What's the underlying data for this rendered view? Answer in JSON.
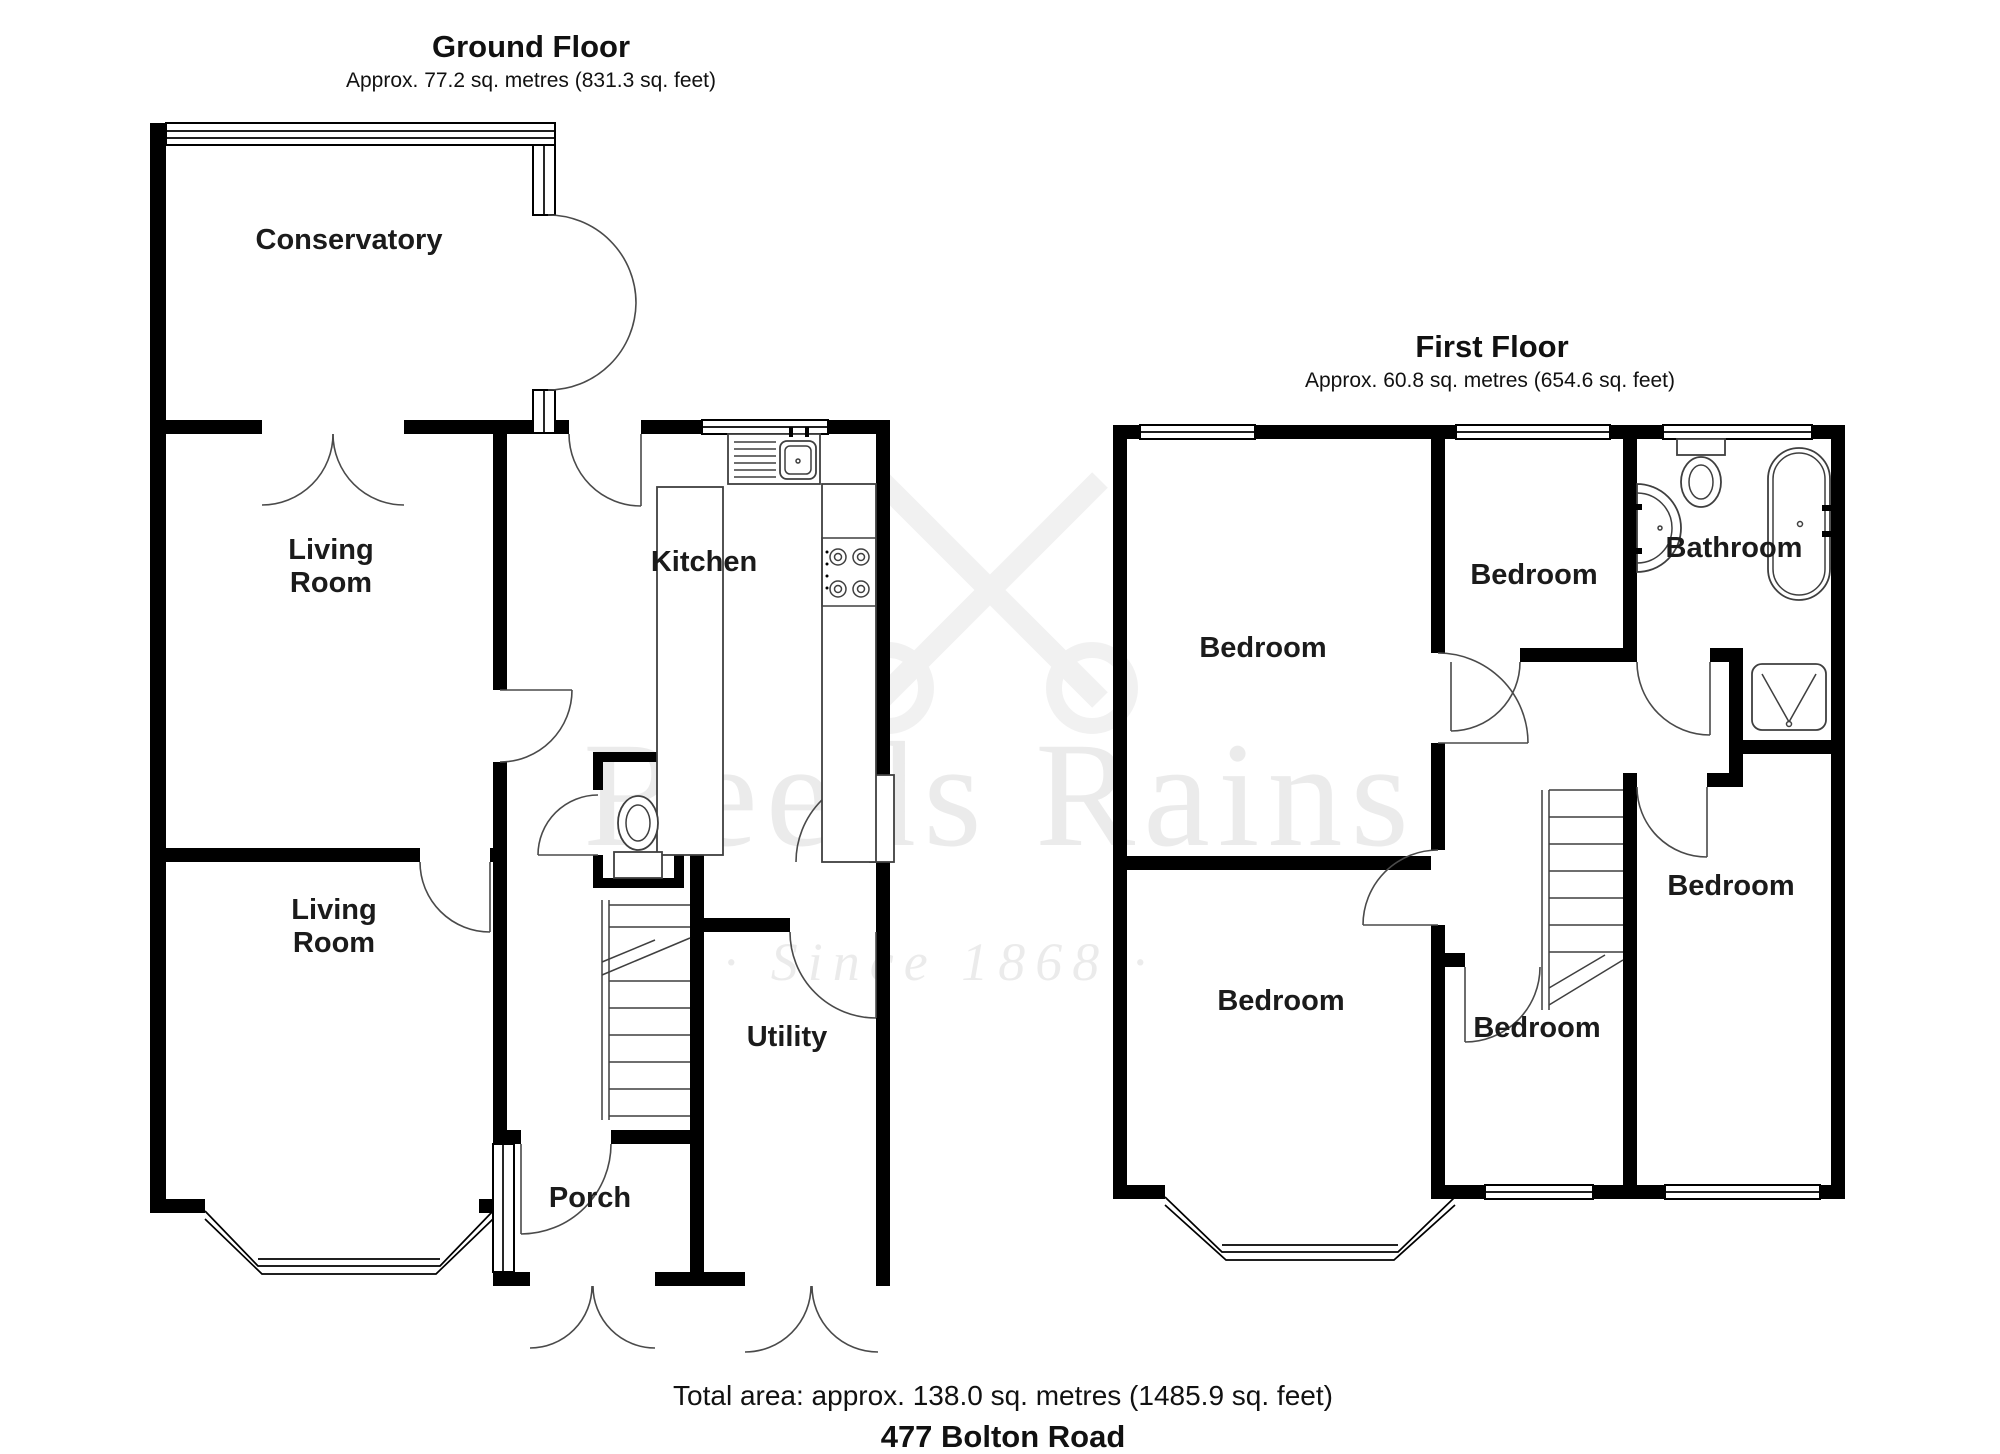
{
  "colors": {
    "wall": "#000000",
    "line": "#4a4a4a",
    "label": "#1b1b1b",
    "background": "#ffffff"
  },
  "ground_floor": {
    "title": "Ground Floor",
    "subtitle": "Approx. 77.2 sq. metres (831.3 sq. feet)",
    "rooms": {
      "conservatory": "Conservatory",
      "living_room_1_line1": "Living",
      "living_room_1_line2": "Room",
      "kitchen": "Kitchen",
      "living_room_2_line1": "Living",
      "living_room_2_line2": "Room",
      "utility": "Utility",
      "porch": "Porch"
    }
  },
  "first_floor": {
    "title": "First Floor",
    "subtitle": "Approx. 60.8 sq. metres (654.6 sq. feet)",
    "rooms": {
      "bedroom_front": "Bedroom",
      "bedroom_middle": "Bedroom",
      "bathroom": "Bathroom",
      "bedroom_back": "Bedroom",
      "bedroom_small": "Bedroom",
      "bedroom_right": "Bedroom"
    }
  },
  "watermark": {
    "brand": "Reeds Rains",
    "tagline": "· Since 1868 ·"
  },
  "footer": {
    "total_area": "Total area: approx. 138.0 sq. metres (1485.9 sq. feet)",
    "address": "477 Bolton Road"
  }
}
